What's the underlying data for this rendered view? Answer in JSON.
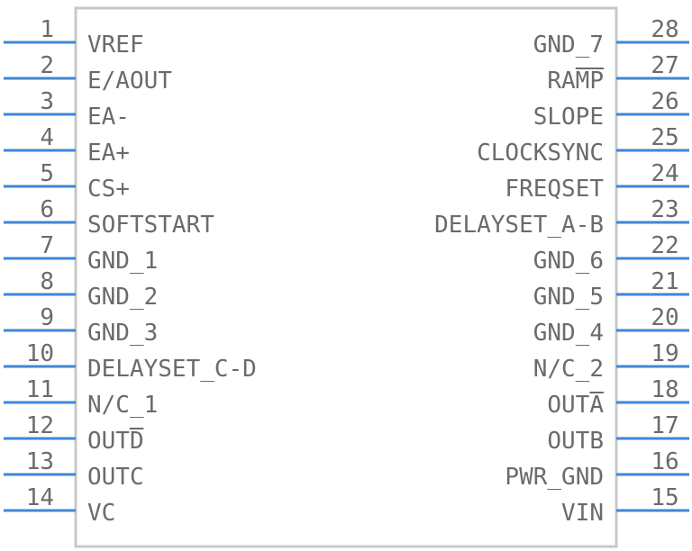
{
  "colors": {
    "body_stroke": "#c8c8c8",
    "pin": "#3e86d7",
    "text": "#6b6b6b"
  },
  "left_pins": [
    {
      "number": "1",
      "label": "VREF"
    },
    {
      "number": "2",
      "label": "E/AOUT"
    },
    {
      "number": "3",
      "label": "EA-"
    },
    {
      "number": "4",
      "label": "EA+"
    },
    {
      "number": "5",
      "label": "CS+"
    },
    {
      "number": "6",
      "label": "SOFTSTART"
    },
    {
      "number": "7",
      "label": "GND_1"
    },
    {
      "number": "8",
      "label": "GND_2"
    },
    {
      "number": "9",
      "label": "GND_3"
    },
    {
      "number": "10",
      "label": "DELAYSET_C-D"
    },
    {
      "number": "11",
      "label": "N/C_1"
    },
    {
      "number": "12",
      "label": "OUTD",
      "overline": true
    },
    {
      "number": "13",
      "label": "OUTC"
    },
    {
      "number": "14",
      "label": "VC"
    }
  ],
  "right_pins": [
    {
      "number": "28",
      "label": "GND_7"
    },
    {
      "number": "27",
      "label": "RAMP",
      "overline_partial": "MP"
    },
    {
      "number": "26",
      "label": "SLOPE"
    },
    {
      "number": "25",
      "label": "CLOCKSYNC"
    },
    {
      "number": "24",
      "label": "FREQSET"
    },
    {
      "number": "23",
      "label": "DELAYSET_A-B"
    },
    {
      "number": "22",
      "label": "GND_6"
    },
    {
      "number": "21",
      "label": "GND_5"
    },
    {
      "number": "20",
      "label": "GND_4"
    },
    {
      "number": "19",
      "label": "N/C_2"
    },
    {
      "number": "18",
      "label": "OUTA",
      "overline_partial": "A"
    },
    {
      "number": "17",
      "label": "OUTB"
    },
    {
      "number": "16",
      "label": "PWR_GND"
    },
    {
      "number": "15",
      "label": "VIN"
    }
  ]
}
